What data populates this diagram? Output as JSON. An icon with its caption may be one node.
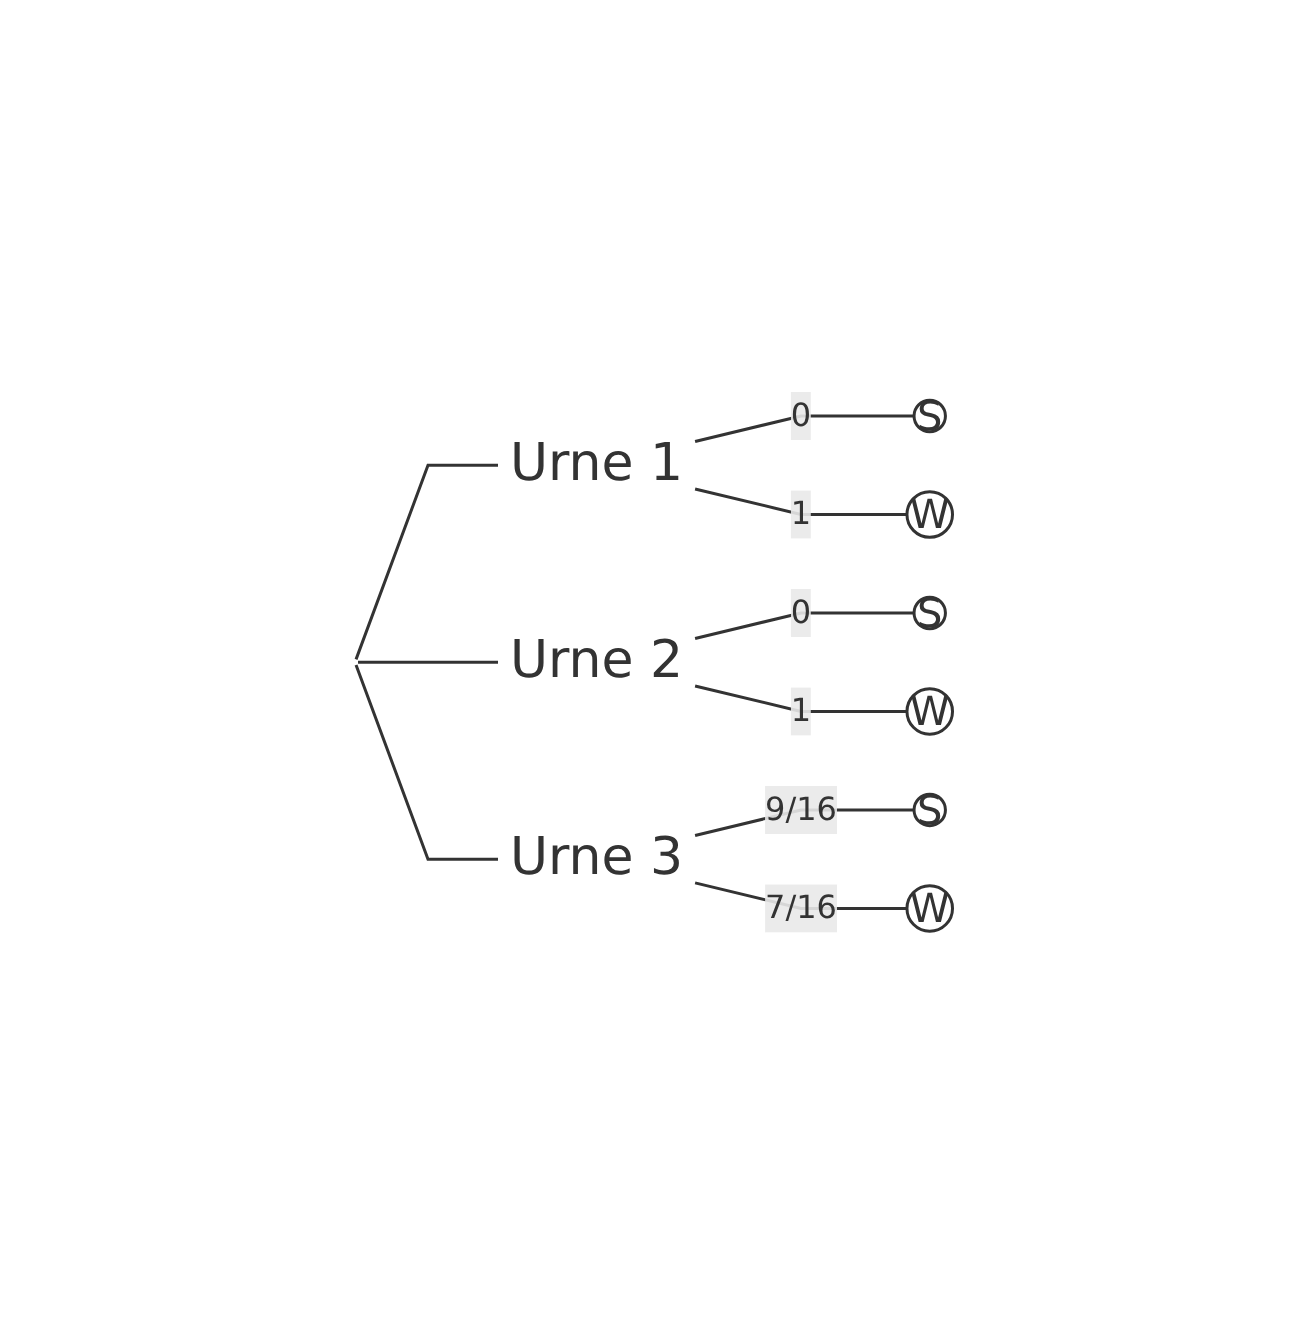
{
  "diagram": {
    "nodes": [
      {
        "text": [
          "Urne 1"
        ]
      },
      {
        "text": [
          "S"
        ]
      },
      {
        "text": [
          "W"
        ]
      },
      {
        "text": [
          "Urne 2"
        ]
      },
      {
        "text": [
          "S"
        ]
      },
      {
        "text": [
          "W"
        ]
      },
      {
        "text": [
          "Urne 3"
        ]
      },
      {
        "text": [
          "S"
        ]
      },
      {
        "text": [
          "W"
        ]
      }
    ],
    "edges": [
      {
        "from": null,
        "to": 0,
        "arrow": "none"
      },
      {
        "from": null,
        "to": 3,
        "arrow": "none"
      },
      {
        "from": null,
        "to": 6,
        "arrow": "none"
      },
      {
        "from": 0,
        "to": 1,
        "label": "0",
        "arrow": "none"
      },
      {
        "from": 0,
        "to": 2,
        "label": "1",
        "arrow": "none"
      },
      {
        "from": 3,
        "to": 4,
        "label": "0",
        "arrow": "none"
      },
      {
        "from": 3,
        "to": 5,
        "label": "1",
        "arrow": "none"
      },
      {
        "from": 6,
        "to": 7,
        "label": "9/16",
        "arrow": "none"
      },
      {
        "from": 6,
        "to": 8,
        "label": "7/16",
        "arrow": "none"
      }
    ]
  }
}
